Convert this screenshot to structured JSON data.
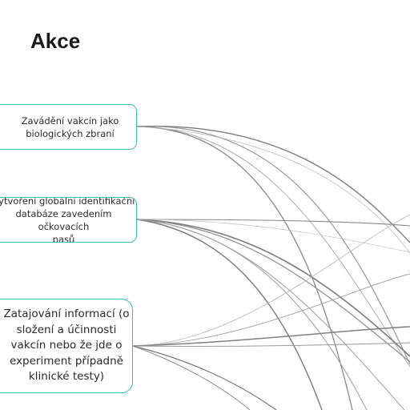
{
  "section": {
    "title": "Akce"
  },
  "nodes": [
    {
      "label": "Zavádění vakcín jako\nbiologických zbraní"
    },
    {
      "label": "Vytvoření globální identifikační\ndatabáze zavedením očkovacích\npasů"
    },
    {
      "label": "Zatajování informací (o\nsložení a účinnosti\nvakcín nebo že jde o\nexperiment případně\nklinické testy)"
    }
  ],
  "colors": {
    "node_border": "#3dbda6",
    "link_stroke": "#8a8a8a",
    "title_text": "#1a1a1a"
  }
}
